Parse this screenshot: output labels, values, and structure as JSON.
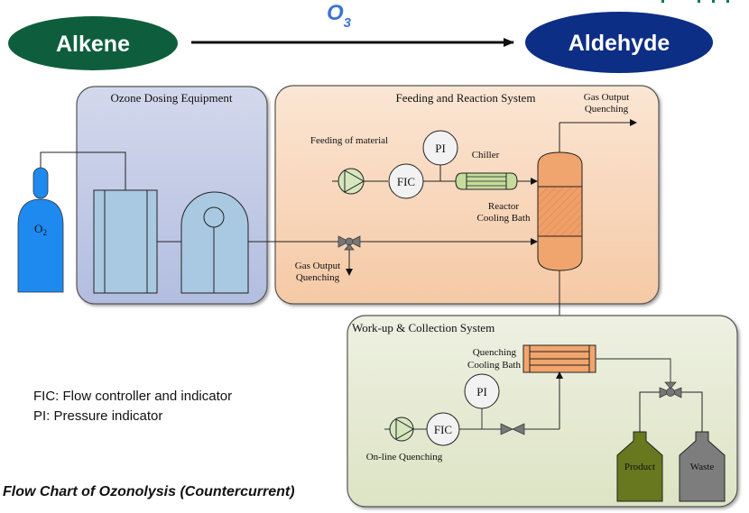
{
  "header": {
    "reactant": "Alkene",
    "product": "Aldehyde",
    "reagent": "O",
    "reagent_subscript": "3",
    "colors": {
      "reactant": "#0e5e3e",
      "product": "#0d2e85",
      "reagent": "#3d74d6"
    }
  },
  "ozone_dosing": {
    "title": "Ozone Dosing Equipment",
    "cylinder_label": "O",
    "cylinder_subscript": "2",
    "colors": {
      "panel": "#c2c8e3",
      "cylinder": "#1e8af0",
      "unit": "#a9c9e2"
    }
  },
  "feeding_reaction": {
    "title": "Feeding and Reaction System",
    "feeding_label": "Feeding of material",
    "pi_label": "PI",
    "fic_label": "FIC",
    "chiller_label": "Chiller",
    "cooling_bath_line1": "Reactor",
    "cooling_bath_line2": "Cooling Bath",
    "gas_out_top_line1": "Gas Output",
    "gas_out_top_line2": "Quenching",
    "gas_out_bottom_line1": "Gas Output",
    "gas_out_bottom_line2": "Quenching",
    "colors": {
      "panel": "#f7d6bb",
      "reactor": "#f0a46e",
      "chiller": "#c5dc9c"
    }
  },
  "workup": {
    "title": "Work-up & Collection System",
    "quench_bath_line1": "Quenching",
    "quench_bath_line2": "Cooling Bath",
    "pi_label": "PI",
    "fic_label": "FIC",
    "online_label": "On-line Quenching",
    "product_label": "Product",
    "waste_label": "Waste",
    "colors": {
      "panel": "#e3e8d2",
      "product": "#67781e",
      "waste": "#7d7d7d",
      "bath": "#f2a56c"
    }
  },
  "legend": {
    "fic": "FIC: Flow controller and indicator",
    "pi": "PI: Pressure indicator"
  },
  "caption": "Flow Chart of Ozonolysis (Countercurrent)"
}
